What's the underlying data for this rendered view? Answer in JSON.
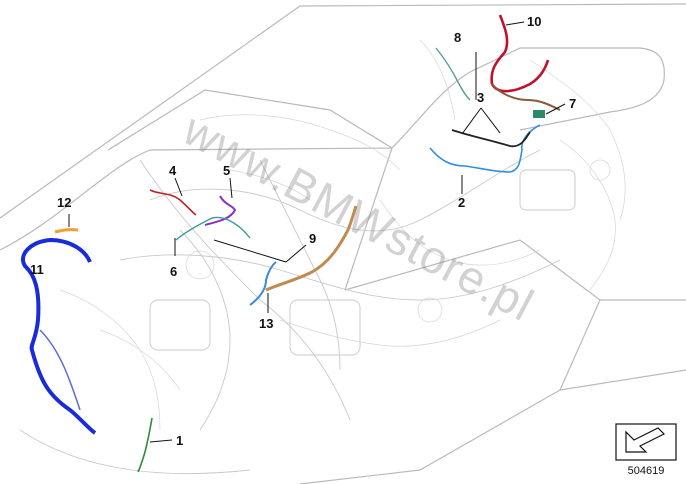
{
  "watermark": "www.BMWstore.pl",
  "reference_number": "504619",
  "callouts": {
    "c1": "1",
    "c2": "2",
    "c3": "3",
    "c4": "4",
    "c5": "5",
    "c6": "6",
    "c7": "7",
    "c8": "8",
    "c9": "9",
    "c10": "10",
    "c11": "11",
    "c12": "12",
    "c13": "13"
  },
  "icon": "direction-arrow-icon",
  "colors": {
    "harness_1": "#2e8b3a",
    "harness_2": "#2f8fe0",
    "harness_3": "#222222",
    "harness_4": "#c0202a",
    "harness_5": "#8a2fc0",
    "harness_6": "#3a9a9a",
    "harness_7": "#2a8a6a",
    "harness_8": "#5a9a9a",
    "harness_9": "#c08a50",
    "harness_10": "#c0102a",
    "harness_11": "#1a2bd8",
    "harness_12": "#f0a030",
    "harness_13": "#3a8ad8"
  }
}
